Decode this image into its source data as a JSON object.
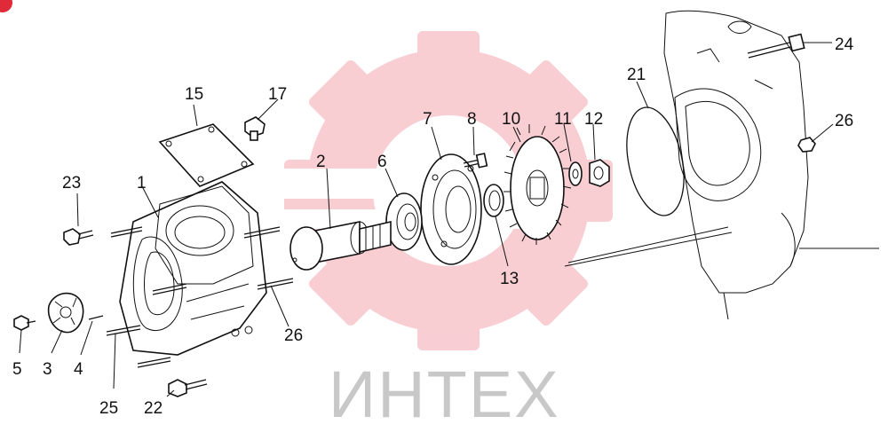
{
  "diagram": {
    "watermark_text": "ИНТЕХ",
    "colors": {
      "watermark_gear": "#f7c6cc",
      "watermark_text": "#c8c8c8",
      "badge": "#e02a3a",
      "ink": "#111111"
    },
    "labels": {
      "p1": "1",
      "p2": "2",
      "p3": "3",
      "p4": "4",
      "p5": "5",
      "p6": "6",
      "p7": "7",
      "p8": "8",
      "p10": "10",
      "p11": "11",
      "p12": "12",
      "p13": "13",
      "p15": "15",
      "p17": "17",
      "p21": "21",
      "p22": "22",
      "p23": "23",
      "p24": "24",
      "p25": "25",
      "p26a": "26",
      "p26b": "26"
    }
  }
}
